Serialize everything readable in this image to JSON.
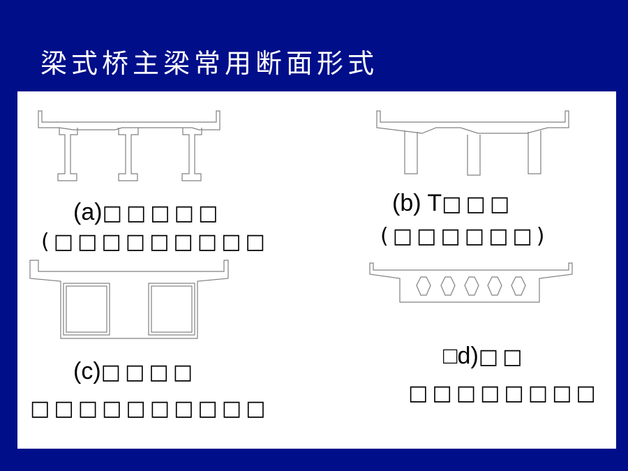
{
  "slide": {
    "title": "梁式桥主梁常用断面形式",
    "colors": {
      "background": "#000e8a",
      "panel": "#ffffff",
      "line": "#808080",
      "text": "#000000"
    }
  },
  "captions": {
    "a_prefix": "(a)",
    "a_title": "□□□□□",
    "a_sub": "(□□□□□□□□□",
    "b_prefix": "(b) T",
    "b_title": "□□□",
    "b_sub": "(□□□□□□)",
    "c_prefix": "(c)",
    "c_title": "□□□□",
    "c_sub": "□□□□□□□□□□",
    "d_prefix": "□d)",
    "d_title": "□□",
    "d_sub": "□□□□□□□□"
  }
}
